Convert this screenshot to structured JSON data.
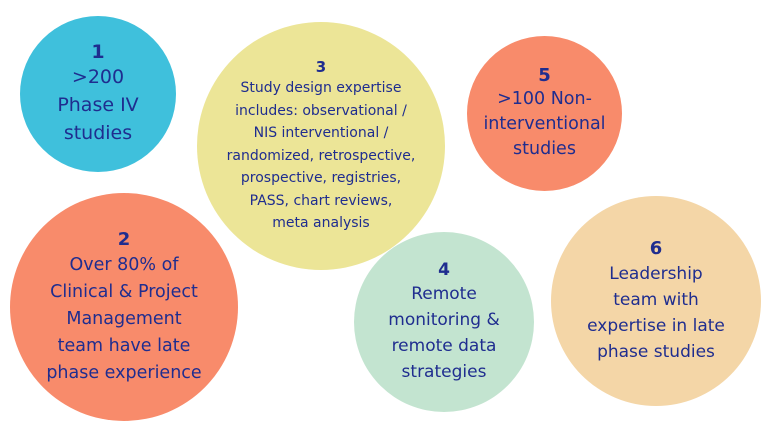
{
  "colors": {
    "text": "#1f2d8f",
    "blue": "#3fc0dc",
    "yellow": "#ece597",
    "coral": "#f88b6b",
    "mint": "#c3e4d0",
    "peach": "#f4d6a7"
  },
  "bubbles": [
    {
      "number": "1",
      "text": ">200\nPhase IV\nstudies"
    },
    {
      "number": "2",
      "text": "Over 80% of\nClinical & Project\nManagement\nteam have late\nphase experience"
    },
    {
      "number": "3",
      "text": "Study design expertise\nincludes: observational /\nNIS interventional /\nrandomized, retrospective,\nprospective, registries,\nPASS, chart reviews,\nmeta analysis"
    },
    {
      "number": "4",
      "text": "Remote\nmonitoring &\nremote data\nstrategies"
    },
    {
      "number": "5",
      "text": ">100 Non-\ninterventional\nstudies"
    },
    {
      "number": "6",
      "text": "Leadership\nteam with\nexpertise in late\nphase studies"
    }
  ]
}
